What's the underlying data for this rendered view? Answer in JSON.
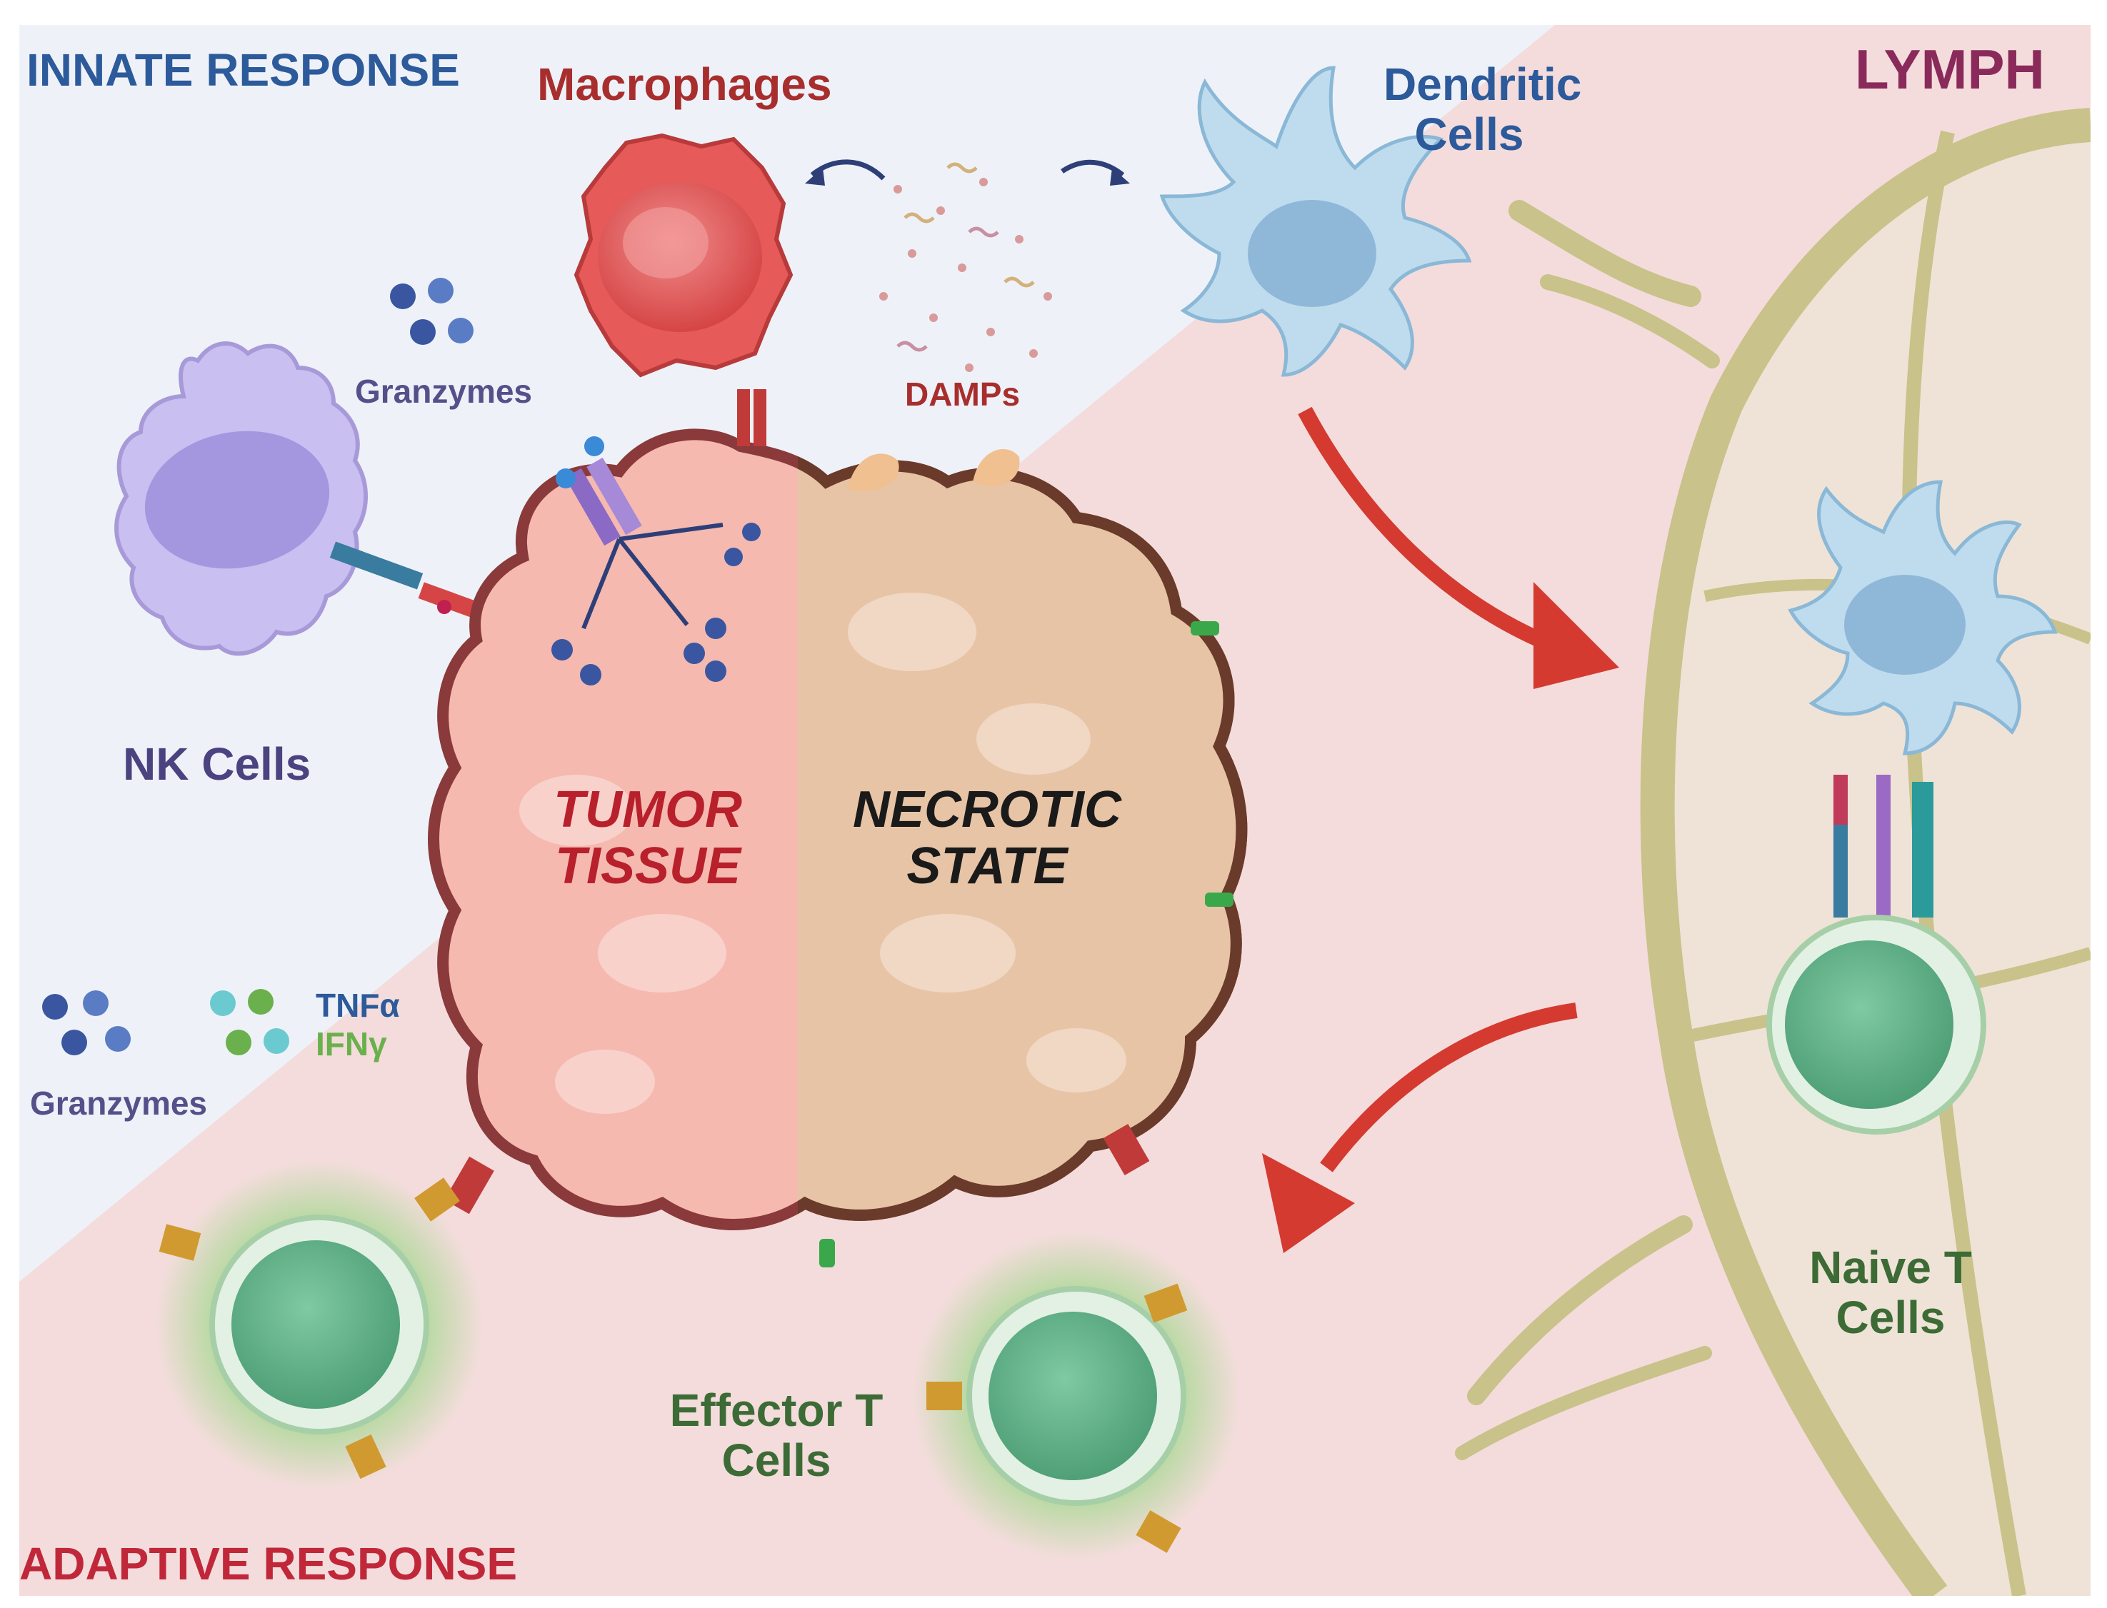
{
  "labels": {
    "innate": "INNATE RESPONSE",
    "adaptive": "ADAPTIVE RESPONSE",
    "lymph": "LYMPH",
    "macrophages": "Macrophages",
    "dendritic_line1": "Dendritic",
    "dendritic_line2": "Cells",
    "granzymes_top": "Granzymes",
    "damps": "DAMPs",
    "nk_cells": "NK Cells",
    "tumor_line1": "TUMOR",
    "tumor_line2": "TISSUE",
    "necrotic_line1": "NECROTIC",
    "necrotic_line2": "STATE",
    "tnfa": "TNFα",
    "ifng": "IFNγ",
    "granzymes_bottom": "Granzymes",
    "naive_line1": "Naive T",
    "naive_line2": "Cells",
    "effector_line1": "Effector T",
    "effector_line2": "Cells"
  },
  "colors": {
    "innate_bg": "#eef2f8",
    "adaptive_bg": "#f4dcdc",
    "lymph_node": "#efe3d7",
    "lymph_vessel": "#c9c28a",
    "innate_text": "#2c5a9a",
    "lymph_text": "#8a2a5a",
    "adaptive_text": "#c0283a",
    "macrophage_text": "#a82e2e",
    "dendritic_text": "#2c5a9a",
    "granzyme_text": "#55508a",
    "nk_text": "#4a437f",
    "tumor_text": "#b8202b",
    "necrotic_text": "#1a1a1a",
    "tnf_text": "#2c5a9a",
    "ifn_text": "#6ab04c",
    "tcell_text": "#3d6b36",
    "arrow": "#d43a30"
  },
  "icons": [
    "macrophage-icon",
    "dendritic-cell-icon",
    "nk-cell-icon",
    "tumor-mass-icon",
    "naive-t-cell-icon",
    "effector-t-cell-icon",
    "granzyme-dots-icon",
    "damps-particles-icon",
    "receptor-icon"
  ]
}
